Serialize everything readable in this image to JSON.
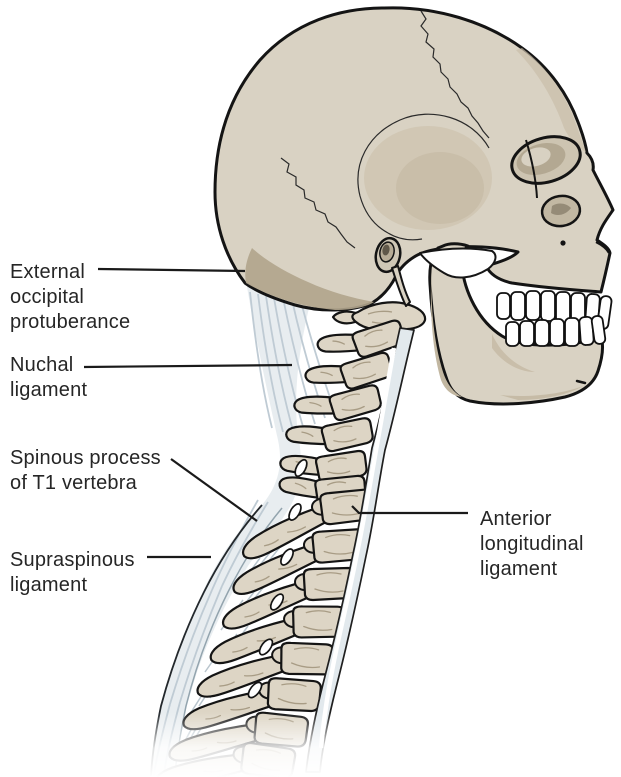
{
  "figure": {
    "description": "Lateral view of skull and cervical-thoracic vertebral column with ligaments",
    "background": "#ffffff",
    "labels": {
      "external_occipital_protuberance": "External\noccipital\nprotuberance",
      "nuchal_ligament": "Nuchal\nligament",
      "spinous_process_t1": "Spinous process\nof T1 vertebra",
      "supraspinous_ligament": "Supraspinous\nligament",
      "anterior_longitudinal_ligament": "Anterior\nlongitudinal\nligament"
    },
    "colors": {
      "bone": "#d9d2c3",
      "bone_shade": "#cfc6b2",
      "bone_dark": "#b0a48c",
      "outline": "#141414",
      "ligament_fill": "#e7ecef",
      "ligament_streak": "#bfcbd4",
      "teeth": "#ffffff",
      "label_text": "#262626"
    }
  }
}
